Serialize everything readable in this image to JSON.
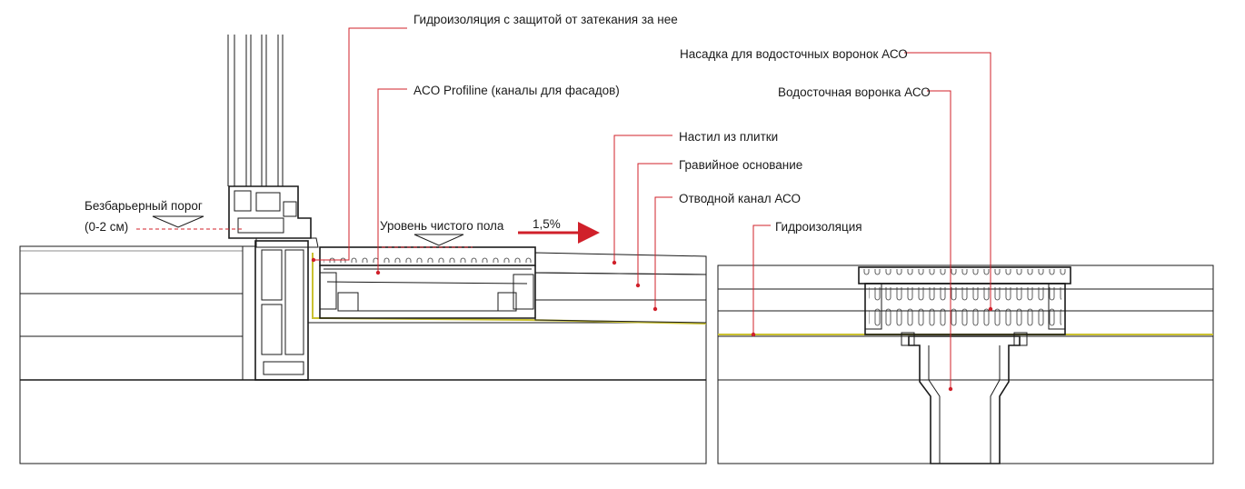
{
  "labels": {
    "waterproof_protection": "Гидроизоляция с защитой от затекания за нее",
    "profiline": "ACO Profiline (каналы для фасадов)",
    "drain_attachment": "Насадка для водосточных воронок АСО",
    "drain_funnel": "Водосточная воронка АСО",
    "tile_deck": "Настил из плитки",
    "gravel_base": "Гравийное основание",
    "drain_channel": "Отводной канал АСО",
    "waterproofing": "Гидроизоляция",
    "threshold_line1": "Безбарьерный порог",
    "threshold_line2": "(0-2 см)",
    "floor_level": "Уровень чистого пола",
    "slope": "1,5%"
  },
  "colors": {
    "accent": "#d0202a",
    "line": "#1a1a1a",
    "membrane": "#e8e070"
  }
}
